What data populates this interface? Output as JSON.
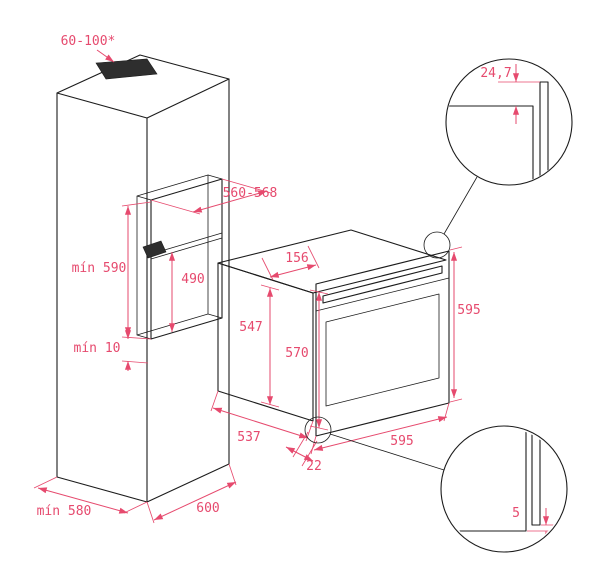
{
  "diagram": {
    "colors": {
      "accent": "#e64a6e",
      "line": "#1c1c1c",
      "background": "#ffffff"
    },
    "cabinet": {
      "vent_slot": "60-100*",
      "niche_width": "560-568",
      "niche_height": "mín 590",
      "inner_depth": "490",
      "bottom_gap": "mín 10",
      "depth": "mín 580",
      "plinth_width": "600"
    },
    "oven": {
      "top_depth": "156",
      "body_height": "547",
      "door_height": "570",
      "total_height": "595",
      "body_width": "537",
      "front_width": "595",
      "front_offset": "22"
    },
    "details": {
      "top_overhang": "24,7",
      "bottom_gap": "5"
    }
  }
}
